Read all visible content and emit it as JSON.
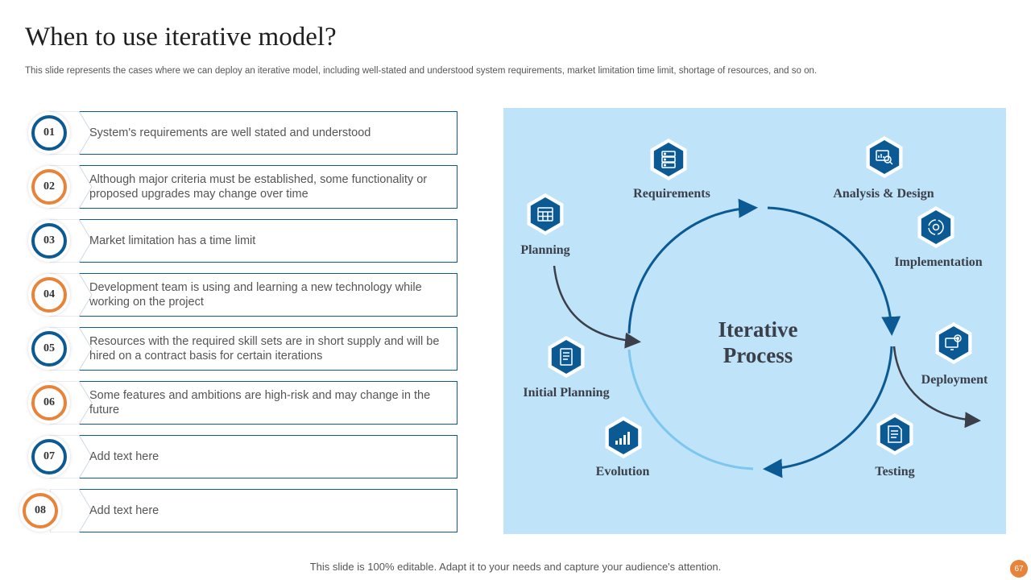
{
  "title": "When to use iterative model?",
  "subtitle": "This slide represents the cases where we can deploy an iterative  model, including well-stated and understood system requirements, market limitation time limit, shortage of resources, and so on.",
  "items": [
    {
      "num": "01",
      "text": "System's requirements are well stated and understood",
      "color": "#0b5a94"
    },
    {
      "num": "02",
      "text": "Although major criteria must be established, some functionality or proposed upgrades may change over time",
      "color": "#e8833a"
    },
    {
      "num": "03",
      "text": "Market limitation has a time limit",
      "color": "#0b5a94"
    },
    {
      "num": "04",
      "text": "Development team is using and learning  a new technology while working on the project",
      "color": "#e8833a"
    },
    {
      "num": "05",
      "text": "Resources with the required skill sets are in short supply and will be hired on a contract basis for certain iterations",
      "color": "#0b5a94"
    },
    {
      "num": "06",
      "text": "Some features and ambitions are high-risk and may change in the future",
      "color": "#e8833a"
    },
    {
      "num": "07",
      "text": "Add text here",
      "color": "#0b5a94"
    },
    {
      "num": "08",
      "text": "Add text here",
      "color": "#e8833a"
    }
  ],
  "diagram": {
    "center_line1": "Iterative",
    "center_line2": "Process",
    "stages": {
      "planning": "Planning",
      "requirements": "Requirements",
      "analysis_design": "Analysis & Design",
      "implementation": "Implementation",
      "deployment": "Deployment",
      "testing": "Testing",
      "evolution": "Evolution",
      "initial_planning": "Initial Planning"
    },
    "colors": {
      "panel": "#bfe3f9",
      "hexagon": "#0b5a94",
      "arc_dark": "#0b5a94",
      "arc_light": "#7cc6ef",
      "arrow_gray": "#3a3f4a"
    },
    "icons": {
      "planning": "calendar-icon",
      "requirements": "checklist-server-icon",
      "analysis_design": "chart-search-icon",
      "implementation": "cycle-gear-icon",
      "deployment": "monitor-gear-icon",
      "testing": "document-pen-icon",
      "evolution": "bar-growth-icon",
      "initial_planning": "document-plan-icon"
    }
  },
  "footer": "This slide is 100% editable. Adapt it to your needs and capture your audience's attention.",
  "page_number": "67"
}
